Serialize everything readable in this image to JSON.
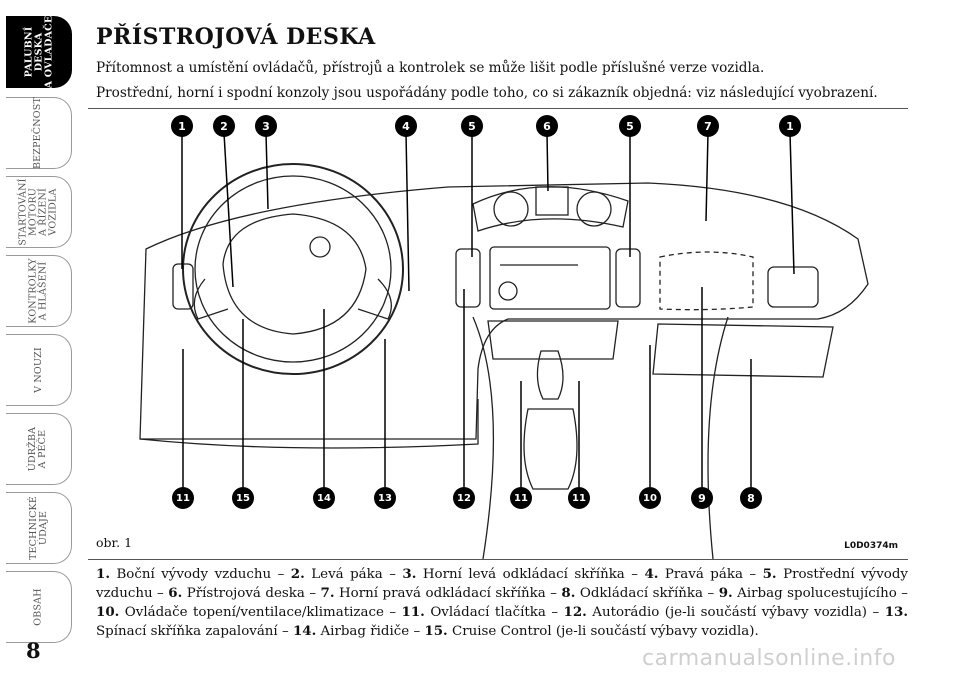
{
  "page": {
    "number": "8",
    "title": "PŘÍSTROJOVÁ DESKA",
    "intro": [
      "Přítomnost a umístění ovládačů, přístrojů a kontrolek se může lišit podle příslušné verze vozidla.",
      "Prostřední, horní i spodní konzoly jsou uspořádány podle toho, co si zákazník objedná: viz následující vyobrazení."
    ]
  },
  "tabs": [
    {
      "label": "PALUBNÍ\nDESKA\nA OVLADAČE",
      "active": true
    },
    {
      "label": "BEZPEČNOST",
      "active": false
    },
    {
      "label": "STARTOVÁNÍ\nMOTORU\nA ŘÍZENÍ\nVOZIDLA",
      "active": false
    },
    {
      "label": "KONTROLKY\nA HLÁŠENÍ",
      "active": false
    },
    {
      "label": "V NOUZI",
      "active": false
    },
    {
      "label": "ÚDRŽBA\nA PÉČE",
      "active": false
    },
    {
      "label": "TECHNICKÉ\nÚDAJE",
      "active": false
    },
    {
      "label": "OBSAH",
      "active": false
    }
  ],
  "figure": {
    "label": "obr. 1",
    "code": "L0D0374m",
    "callouts_top": [
      "1",
      "2",
      "3",
      "4",
      "5",
      "6",
      "5",
      "7",
      "1"
    ],
    "callouts_bottom": [
      "11",
      "15",
      "14",
      "13",
      "12",
      "11",
      "11",
      "10",
      "9",
      "8"
    ]
  },
  "legend": [
    {
      "num": "1.",
      "text": "Boční vývody vzduchu"
    },
    {
      "num": "2.",
      "text": "Levá páka"
    },
    {
      "num": "3.",
      "text": "Horní levá odkládací skříňka"
    },
    {
      "num": "4.",
      "text": "Pravá páka"
    },
    {
      "num": "5.",
      "text": "Prostřední vývody vzduchu"
    },
    {
      "num": "6.",
      "text": "Přístrojová deska"
    },
    {
      "num": "7.",
      "text": "Horní pravá odkládací skříňka"
    },
    {
      "num": "8.",
      "text": "Odkládací skříňka"
    },
    {
      "num": "9.",
      "text": "Airbag spolucestujícího"
    },
    {
      "num": "10.",
      "text": "Ovládače topení/ventilace/klimatizace"
    },
    {
      "num": "11.",
      "text": "Ovládací tlačítka"
    },
    {
      "num": "12.",
      "text": "Autorádio (je-li součástí výbavy vozidla)"
    },
    {
      "num": "13.",
      "text": "Spínací skříňka zapalování"
    },
    {
      "num": "14.",
      "text": "Airbag řidiče"
    },
    {
      "num": "15.",
      "text": "Cruise Control (je-li součástí výbavy vozidla)."
    }
  ],
  "watermark": "carmanualsonline.info"
}
